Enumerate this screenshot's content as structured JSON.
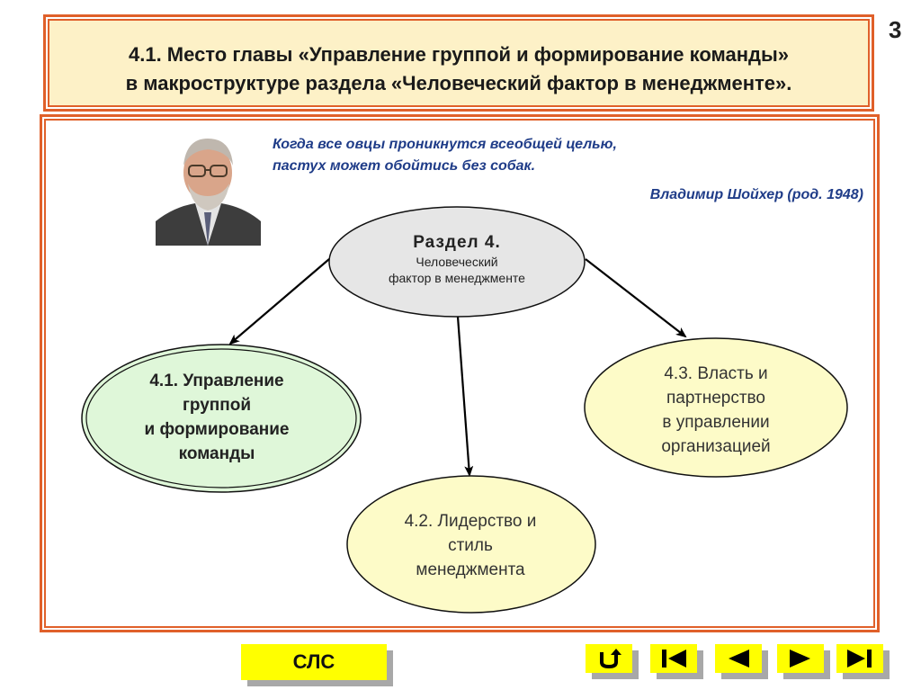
{
  "page_number": "3",
  "title": {
    "line1": "4.1. Место главы «Управление группой и формирование команды»",
    "line2": "в макроструктуре раздела «Человеческий фактор в менеджменте»."
  },
  "quote": {
    "line1": "Когда все овцы проникнутся всеобщей целью,",
    "line2": "пастух может обойтись без собак.",
    "author": "Владимир Шойхер (род. 1948)"
  },
  "diagram": {
    "center": {
      "heading": "Раздел 4.",
      "line1": "Человеческий",
      "line2": "фактор в менеджменте"
    },
    "node_41": {
      "line1": "4.1. Управление",
      "line2": "группой",
      "line3": "и формирование",
      "line4": "команды"
    },
    "node_42": {
      "line1": "4.2. Лидерство и",
      "line2": "стиль",
      "line3": "менеджмента"
    },
    "node_43": {
      "line1": "4.3. Власть и",
      "line2": "партнерство",
      "line3": "в управлении",
      "line4": "организацией"
    }
  },
  "colors": {
    "frame": "#e0602a",
    "title_bg": "#fdf1c7",
    "center_fill": "#e6e6e6",
    "highlight_fill": "#dff7d9",
    "node_fill": "#fdfbc8",
    "button": "#ffff00"
  },
  "footer": {
    "slc_label": "СЛС",
    "nav_icons": [
      "return-icon",
      "first-slide-icon",
      "previous-icon",
      "next-icon",
      "last-slide-icon"
    ]
  }
}
